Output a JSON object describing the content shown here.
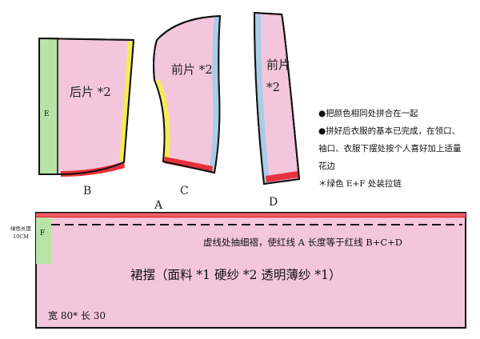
{
  "colors": {
    "fabric": "#f3c6dc",
    "outline": "#111111",
    "edge_red": "#e8303a",
    "edge_yellow": "#f6ea55",
    "edge_blue": "#a9cde8",
    "edge_green": "#b7e3a7",
    "hem_band": "#f25d6e",
    "hem_line": "#e8303a"
  },
  "pieces": {
    "back": {
      "name": "后片 *2",
      "letter": "B",
      "edge_label": "E"
    },
    "front_left": {
      "name": "前片 *2",
      "letter": "C"
    },
    "front_right": {
      "name_line1": "前片",
      "name_line2": "*2",
      "letter": "D"
    },
    "skirt": {
      "letter_above": "A",
      "edge_label": "F",
      "green_length_line1": "绿色长度",
      "green_length_line2": "10CM",
      "dashed_note": "虚线处抽细褶，使红线 A 长度等于红线 B+C+D",
      "name": "裙摆（面料 *1  硬纱 *2  透明薄纱 *1）",
      "size": "宽 80* 长 30"
    }
  },
  "notes": {
    "line1": "●把颜色相同处拼合在一起",
    "line2": "●拼好后衣服的基本已完成，在领口、",
    "line3": "袖口、衣服下摆处按个人喜好加上适量",
    "line4": "花边",
    "line5": "＊绿色 E+F 处装拉链"
  }
}
